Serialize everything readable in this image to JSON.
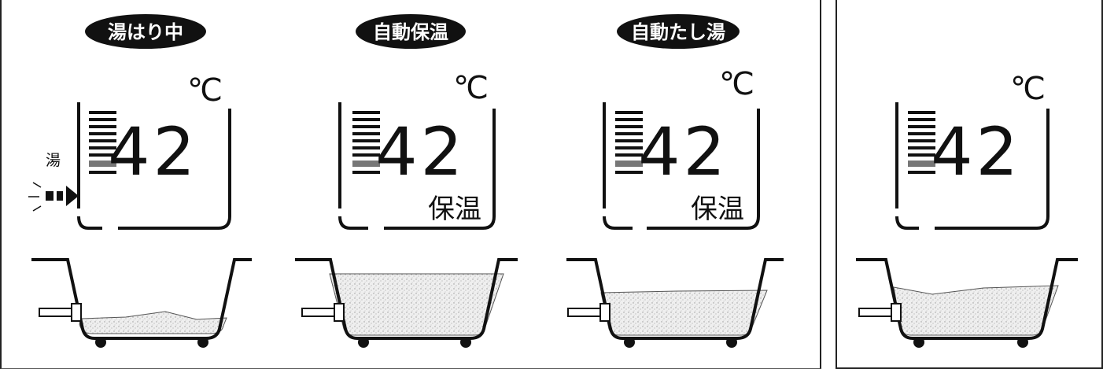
{
  "panels": [
    {
      "mode_label": "湯はり中",
      "temperature": "42",
      "unit": "℃",
      "status_label": "",
      "inflow_label": "湯",
      "water_level": 0.15
    },
    {
      "mode_label": "自動保温",
      "temperature": "42",
      "unit": "℃",
      "status_label": "保温",
      "inflow_label": "",
      "water_level": 0.85
    },
    {
      "mode_label": "自動たし湯",
      "temperature": "42",
      "unit": "℃",
      "status_label": "保温",
      "inflow_label": "",
      "water_level": 0.62
    },
    {
      "mode_label": "",
      "temperature": "42",
      "unit": "℃",
      "status_label": "",
      "inflow_label": "",
      "water_level": 0.6
    }
  ],
  "colors": {
    "ink": "#111111",
    "badge": "#111111",
    "badge_text": "#ffffff",
    "water": "#e2e2e2"
  }
}
